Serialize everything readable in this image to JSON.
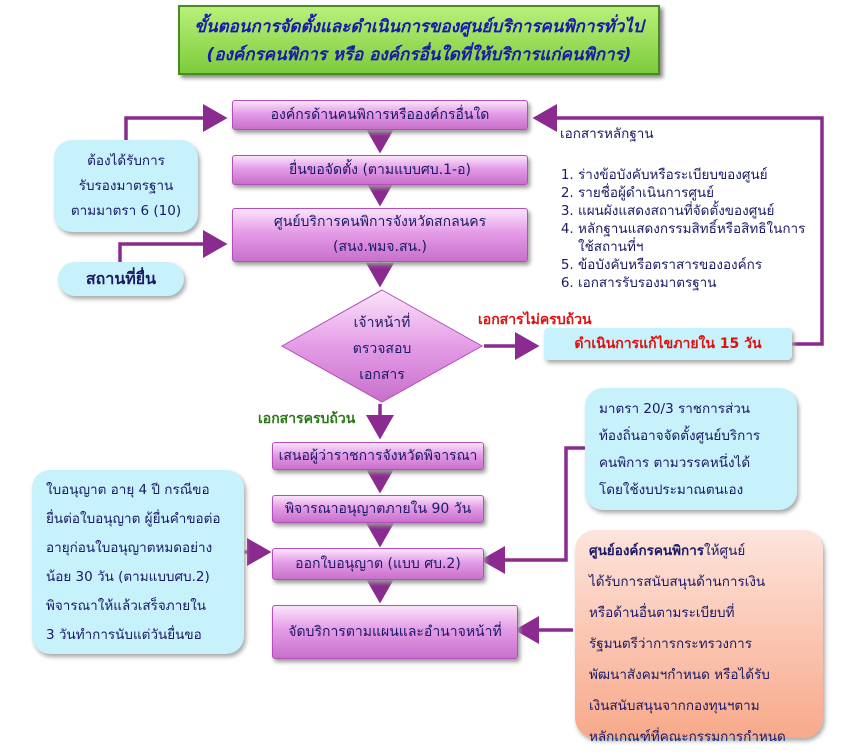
{
  "title": {
    "line1": "ขั้นตอนการจัดตั้งและดำเนินการของศูนย์บริการคนพิการทั่วไป",
    "line2": "(องค์กรคนพิการ หรือ องค์กรอื่นใดที่ให้บริการแก่คนพิการ)"
  },
  "flow": {
    "org": "องค์กรด้านคนพิการหรือองค์กรอื่นใด",
    "apply": "ยื่นขอจัดตั้ง (ตามแบบศบ.1-อ)",
    "center_line1": "ศูนย์บริการคนพิการจังหวัดสกลนคร",
    "center_line2": "(สนง.พมจ.สน.)",
    "check_line1": "เจ้าหน้าที่",
    "check_line2": "ตรวจสอบ",
    "check_line3": "เอกสาร",
    "propose": "เสนอผู้ว่าราชการจังหวัดพิจารณา",
    "consider": "พิจารณาอนุญาตภายใน 90 วัน",
    "issue": "ออกใบอนุญาต (แบบ ศบ.2)",
    "service": "จัดบริการตามแผนและอำนาจหน้าที่"
  },
  "side": {
    "standard_line1": "ต้องได้รับการ",
    "standard_line2": "รับรองมาตรฐาน",
    "standard_line3": "ตามมาตรา 6 (10)",
    "location": "สถานที่ยื่น",
    "incomplete_label": "เอกสารไม่ครบถ้วน",
    "fix": "ดำเนินการแก้ไขภายใน 15 วัน",
    "complete_label": "เอกสารครบถ้วน"
  },
  "documents": {
    "heading": "เอกสารหลักฐาน",
    "items": [
      "ร่างข้อบังคับหรือระเบียบของศูนย์",
      "รายชื่อผู้ดำเนินการศูนย์",
      "แผนผังแสดงสถานที่จัดตั้งของศูนย์",
      "หลักฐานแสดงกรรมสิทธิ์หรือสิทธิในการใช้สถานที่ฯ",
      "ข้อบังคับหรือตราสารขององค์กร",
      "เอกสารรับรองมาตรฐาน"
    ]
  },
  "note_local": {
    "line1": "มาตรา 20/3 ราชการส่วน",
    "line2": "ท้องถิ่นอาจจัดตั้งศูนย์บริการ",
    "line3": "คนพิการ ตามวรรคหนึ่งได้",
    "line4": "โดยใช้งบประมาณตนเอง"
  },
  "note_license": {
    "line1": "ใบอนุญาต อายุ 4 ปี กรณีขอ",
    "line2": "ยื่นต่อใบอนุญาต ผู้ยื่นคำขอต่อ",
    "line3": "อายุก่อนใบอนุญาตหมดอย่าง",
    "line4": "น้อย 30 วัน (ตามแบบศบ.2)",
    "line5": "พิจารณาให้แล้วเสร็จภายใน",
    "line6": "3 วันทำการนับแต่วันยื่นขอ"
  },
  "note_support": {
    "bold": "ศูนย์องค์กรคนพิการ",
    "line1_rest": "ให้ศูนย์",
    "line2": "ได้รับการสนับสนุนด้านการเงิน",
    "line3": "หรือด้านอื่นตามระเบียบที่",
    "line4": "รัฐมนตรีว่าการกระทรวงการ",
    "line5": "พัฒนาสังคมฯกำหนด หรือได้รับ",
    "line6": "เงินสนับสนุนจากกองทุนฯตาม",
    "line7": "หลักเกณฑ์ที่คณะกรรมการกำหนด"
  },
  "colors": {
    "arrow": "#8b2a8f",
    "title_bg": "#8fd84a",
    "box_purple": "#d98ce0",
    "box_cyan": "#c7f1fb",
    "box_salmon": "#f9b59a",
    "text_red": "#e01010",
    "text_green": "#2a7a1a",
    "text_navy": "#1a1a66"
  }
}
